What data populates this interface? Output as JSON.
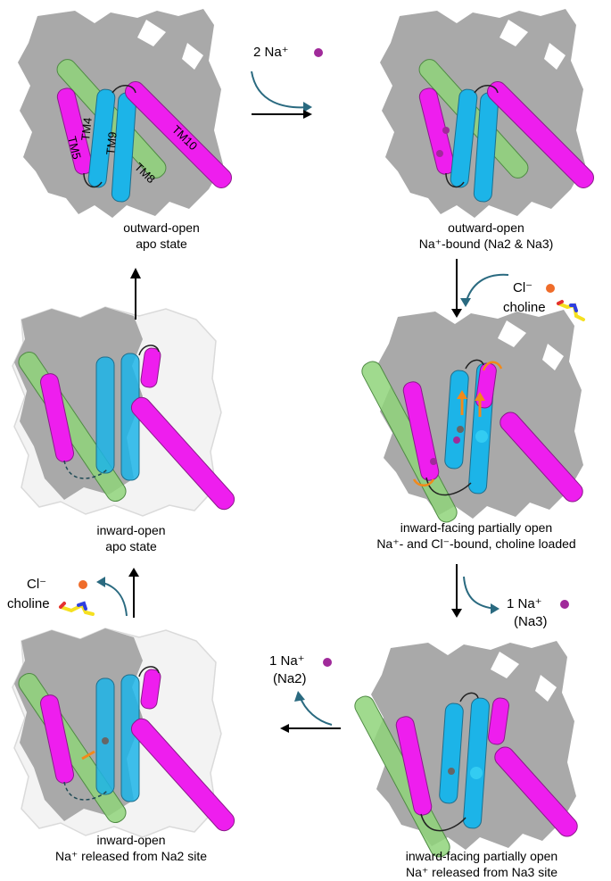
{
  "colors": {
    "surface_gray": "#a9a9a9",
    "surface_light": "#f3f3f3",
    "helix_magenta": "#ee1eee",
    "helix_cyan": "#1cb4e8",
    "helix_green": "#8fd47a",
    "sodium": "#a02a9a",
    "chloride": "#ef6c2a",
    "flow_arrow": "#2a6a80",
    "reaction_arrow": "#000000"
  },
  "states": {
    "s1": {
      "line1": "outward-open",
      "line2": "apo state"
    },
    "s2": {
      "line1": "outward-open",
      "line2": "Na⁺-bound (Na2 & Na3)"
    },
    "s3": {
      "line1": "inward-facing partially open",
      "line2": "Na⁺- and Cl⁻-bound, choline loaded"
    },
    "s4": {
      "line1": "inward-facing partially open",
      "line2": "Na⁺ released from Na3 site"
    },
    "s5": {
      "line1": "inward-open",
      "line2": "Na⁺ released from Na2 site"
    },
    "s6": {
      "line1": "inward-open",
      "line2": "apo state"
    }
  },
  "helix_labels": {
    "tm5": "TM5",
    "tm4": "TM4",
    "tm9": "TM9",
    "tm10": "TM10",
    "tm8": "TM8"
  },
  "ions": {
    "step1": {
      "text": "2 Na⁺",
      "icon": "sodium-ion"
    },
    "step2": {
      "chloride": "Cl⁻",
      "choline": "choline",
      "icon": "chloride-ion"
    },
    "step3": {
      "text": "1 Na⁺",
      "site": "(Na3)",
      "icon": "sodium-ion"
    },
    "step4": {
      "text": "1 Na⁺",
      "site": "(Na2)",
      "icon": "sodium-ion"
    },
    "step5": {
      "chloride": "Cl⁻",
      "choline": "choline",
      "icon": "chloride-ion"
    }
  }
}
